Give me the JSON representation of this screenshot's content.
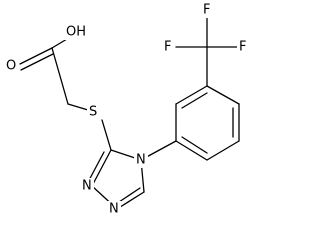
{
  "structure": {
    "labels": {
      "hydroxyl": "OH",
      "carbonyl_oxygen": "O",
      "sulfur": "S",
      "triazole_n4": "N",
      "triazole_n2": "N",
      "triazole_n1": "N",
      "fluorine_1": "F",
      "fluorine_2": "F",
      "fluorine_3": "F"
    },
    "colors": {
      "bond": "#000000",
      "text": "#000000",
      "background": "#ffffff"
    }
  }
}
